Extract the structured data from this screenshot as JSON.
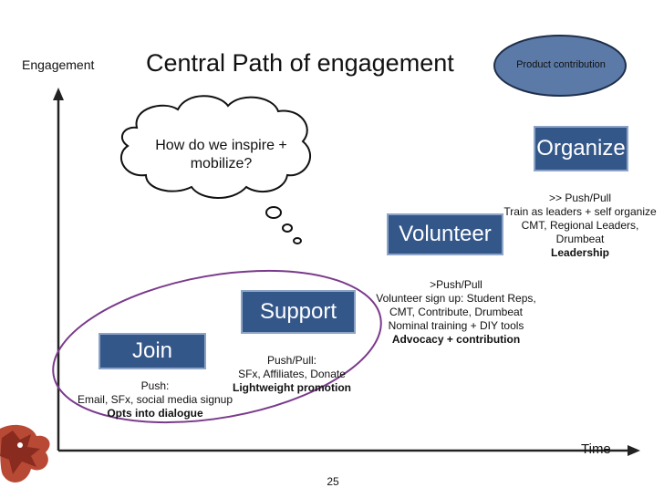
{
  "title": "Central Path of engagement",
  "axes": {
    "y_label": "Engagement",
    "x_label": "Time"
  },
  "badge": {
    "label": "Product contribution"
  },
  "thought_bubble": {
    "line1": "How do we inspire +",
    "line2": "mobilize?"
  },
  "stages": {
    "join": {
      "label": "Join",
      "note": [
        "Push:",
        "Email, SFx, social media signup"
      ],
      "note_bold": "Opts into dialogue"
    },
    "support": {
      "label": "Support",
      "note": [
        "Push/Pull:",
        "SFx,  Affiliates, Donate"
      ],
      "note_bold": "Lightweight promotion"
    },
    "volunteer": {
      "label": "Volunteer",
      "note": [
        ">Push/Pull",
        "Volunteer sign up:  Student Reps,",
        "CMT, Contribute, Drumbeat",
        "Nominal training + DIY tools"
      ],
      "note_bold": "Advocacy + contribution"
    },
    "organize": {
      "label": "Organize",
      "note": [
        ">> Push/Pull",
        "Train as leaders + self organize",
        "CMT, Regional Leaders,",
        "Drumbeat"
      ],
      "note_bold": "Leadership"
    }
  },
  "page_number": "25",
  "colors": {
    "stage_box": "#34578a",
    "badge": "#5b7aa8",
    "ellipse": "#7a3a8c",
    "axis": "#222222"
  },
  "icons": {
    "mascot": "red-dinosaur-mascot"
  }
}
